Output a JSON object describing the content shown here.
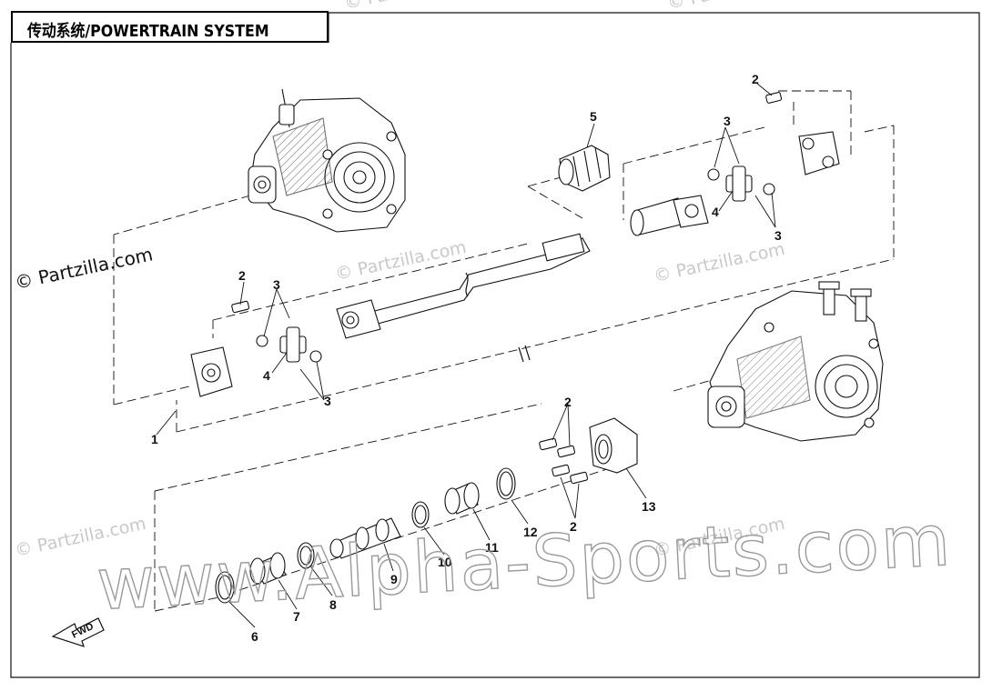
{
  "header": {
    "title": "传动系统/POWERTRAIN SYSTEM"
  },
  "watermarks": {
    "copyright": "© Partzilla.com",
    "copyright_repeat": "© Partzilla.com",
    "site": "www.Alpha-Sports.com"
  },
  "fwd_label": "FWD",
  "callouts": {
    "c1": "1",
    "c2_top": "2",
    "c2_left": "2",
    "c2_flange_top": "2",
    "c2_flange_bottom": "2",
    "c3_top_a": "3",
    "c3_top_b": "3",
    "c3_left_a": "3",
    "c3_left_b": "3",
    "c4_top": "4",
    "c4_left": "4",
    "c5": "5",
    "c6": "6",
    "c7": "7",
    "c8": "8",
    "c9": "9",
    "c10": "10",
    "c11": "11",
    "c12": "12",
    "c13": "13"
  },
  "colors": {
    "line": "#111111",
    "watermark": "#c9c9c9",
    "big_watermark": "#9a9a9a"
  }
}
